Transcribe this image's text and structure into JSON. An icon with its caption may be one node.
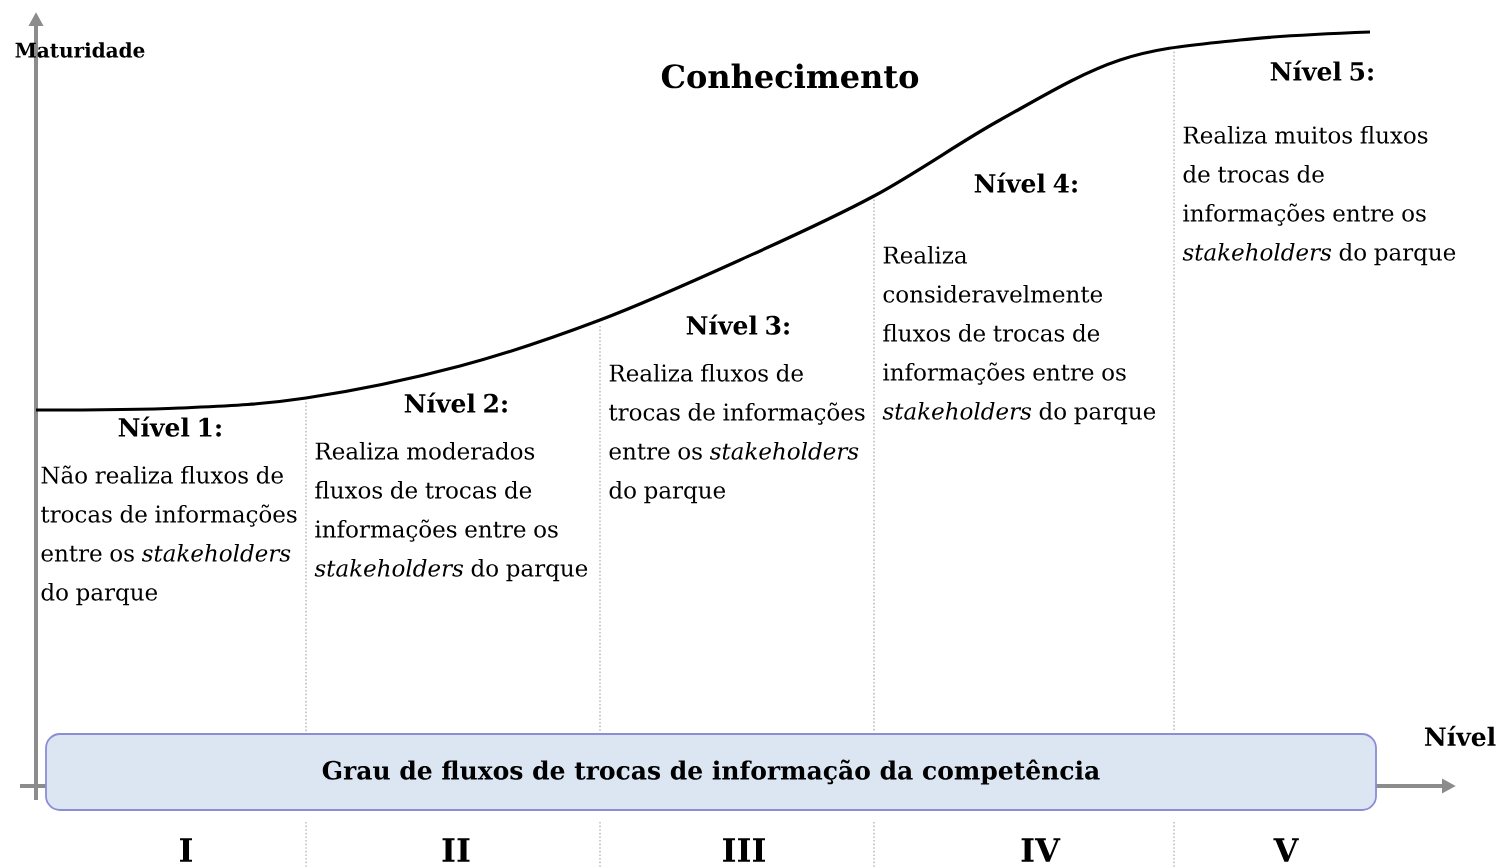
{
  "diagram": {
    "nodes": [
      {
        "text": [
          "Nível 1:",
          "Não realiza fluxos de trocas de informações entre os *stakeholders* do parque"
        ]
      },
      {
        "text": [
          "Nível 2:",
          "Realiza moderados fluxos de trocas de informações entre os *stakeholders* do parque"
        ]
      },
      {
        "text": [
          "Nível 3:",
          "Realiza fluxos de trocas de informações entre os *stakeholders* do parque"
        ]
      },
      {
        "text": [
          "Nível 4:",
          "Realiza consideravelmente fluxos de trocas de informações entre os *stakeholders* do parque"
        ]
      },
      {
        "text": [
          "Nível 5:",
          "Realiza muitos fluxos de trocas de informações entre os *stakeholders* do parque"
        ]
      },
      {
        "text": [
          "Grau de fluxos de trocas de informação da competência"
        ]
      }
    ],
    "labels": [
      "Maturidade",
      "Conhecimento",
      "Nível",
      "I",
      "II",
      "III",
      "IV",
      "V"
    ]
  }
}
